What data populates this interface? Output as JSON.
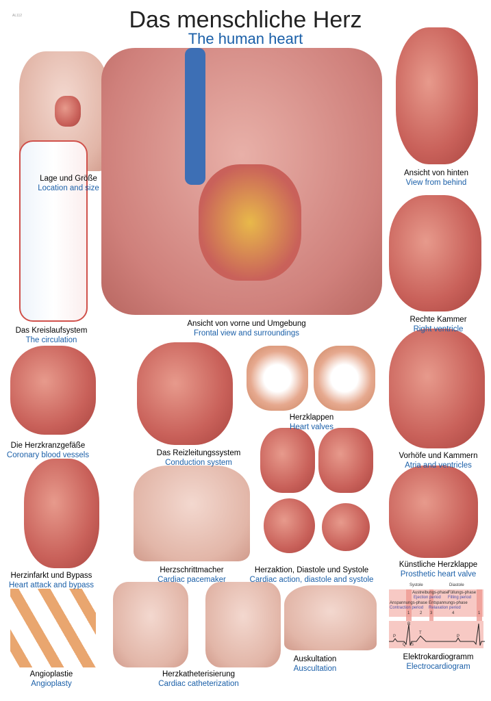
{
  "poster": {
    "code": "AL112",
    "title": "Das menschliche Herz",
    "subtitle": "The human heart"
  },
  "captions": [
    {
      "de": "Lage und Größe",
      "en": "Location and size"
    },
    {
      "de": "Das Kreislaufsystem",
      "en": "The circulation"
    },
    {
      "de": "Ansicht von vorne und Umgebung",
      "en": "Frontal view and surroundings"
    },
    {
      "de": "Ansicht von hinten",
      "en": "View from behind"
    },
    {
      "de": "Rechte Kammer",
      "en": "Right ventricle"
    },
    {
      "de": "Die Herzkranzgefäße",
      "en": "Coronary blood vessels"
    },
    {
      "de": "Das Reizleitungssystem",
      "en": "Conduction system"
    },
    {
      "de": "Herzklappen",
      "en": "Heart valves"
    },
    {
      "de": "Vorhöfe und Kammern",
      "en": "Atria and ventricles"
    },
    {
      "de": "Herzinfarkt und Bypass",
      "en": "Heart attack and bypass"
    },
    {
      "de": "Herzschrittmacher",
      "en": "Cardiac pacemaker"
    },
    {
      "de": "Herzaktion, Diastole und Systole",
      "en": "Cardiac action, diastole and systole"
    },
    {
      "de": "Künstliche Herzklappe",
      "en": "Prosthetic heart valve"
    },
    {
      "de": "Angioplastie",
      "en": "Angioplasty"
    },
    {
      "de": "Herzkatheterisierung",
      "en": "Cardiac catheterization"
    },
    {
      "de": "Auskultation",
      "en": "Auscultation"
    },
    {
      "de": "Elektrokardiogramm",
      "en": "Electrocardiogram"
    }
  ],
  "ecg": {
    "systole": "Systole",
    "diastole": "Diastole",
    "phases": [
      {
        "de": "Anspannungs-phase",
        "en": "Contraction period",
        "num": "1"
      },
      {
        "de": "Austreibungs-phase",
        "en": "Ejection period",
        "num": "2"
      },
      {
        "de": "Entspannungs-phase",
        "en": "Relaxation period",
        "num": "3"
      },
      {
        "de": "Füllungs-phase",
        "en": "Filling period",
        "num": "4"
      }
    ],
    "end_num": "1",
    "waves": [
      "P",
      "Q",
      "R",
      "S",
      "T",
      "P"
    ]
  },
  "colors": {
    "title": "#222222",
    "subtitle": "#1a5fa8",
    "heart": "#c9615a"
  }
}
